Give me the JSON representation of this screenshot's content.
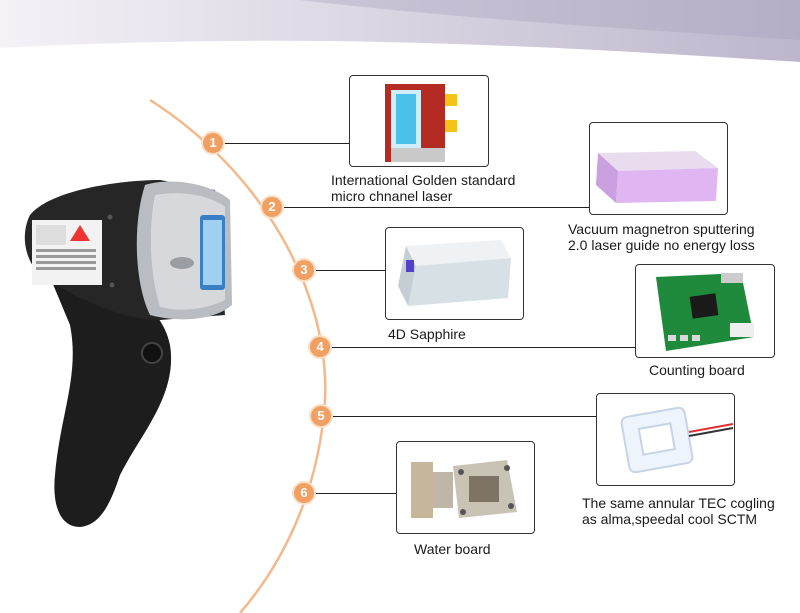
{
  "components": [
    {
      "number": "1",
      "caption_lines": [
        "International Golden standard",
        "micro chnanel laser"
      ]
    },
    {
      "number": "2",
      "caption_lines": [
        "Vacuum magnetron sputtering",
        "2.0 laser guide no energy loss"
      ]
    },
    {
      "number": "3",
      "caption_lines": [
        "4D Sapphire"
      ]
    },
    {
      "number": "4",
      "caption_lines": [
        "Counting board"
      ]
    },
    {
      "number": "5",
      "caption_lines": [
        "The same annular TEC cogling",
        "as alma,speedal cool SCTM"
      ]
    },
    {
      "number": "6",
      "caption_lines": [
        "Water board"
      ]
    }
  ],
  "colors": {
    "accent": "#f0a062",
    "header_band": "#d8d4e0"
  }
}
